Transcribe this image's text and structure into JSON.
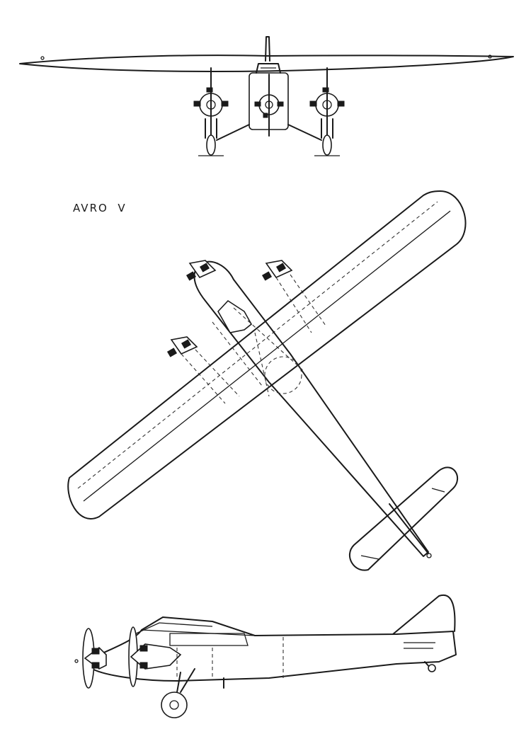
{
  "title": "AVRO  V",
  "views": [
    "front",
    "top",
    "side"
  ],
  "colors": {
    "ink": "#1a1a1a",
    "background": "#ffffff"
  }
}
